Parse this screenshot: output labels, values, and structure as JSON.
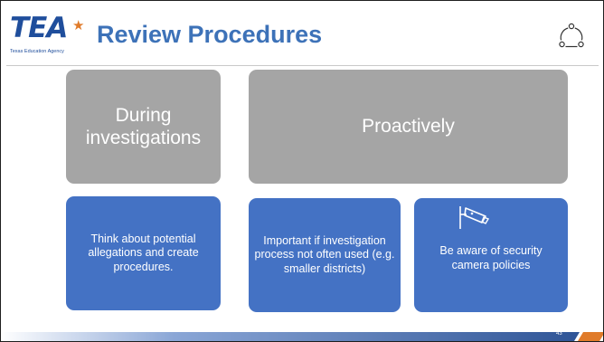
{
  "header": {
    "logo_text": "TEA",
    "logo_subtitle": "Texas Education Agency",
    "title": "Review Procedures",
    "icon": "cycle-icon"
  },
  "boxes": {
    "top": [
      {
        "label": "During investigations"
      },
      {
        "label": "Proactively"
      }
    ],
    "bottom": [
      {
        "label": "Think about potential allegations and create procedures."
      },
      {
        "label": "Important if investigation process not often used (e.g. smaller districts)"
      },
      {
        "label": "Be aware of security camera policies",
        "icon": "security-camera-icon"
      }
    ]
  },
  "footer": {
    "page_number": "43"
  },
  "colors": {
    "title": "#3d72b8",
    "logo": "#1f4e9c",
    "logo_accent": "#e07b2a",
    "gray_box": "#a5a5a5",
    "blue_box": "#4472c4",
    "footer_bar": "#2f5597"
  }
}
